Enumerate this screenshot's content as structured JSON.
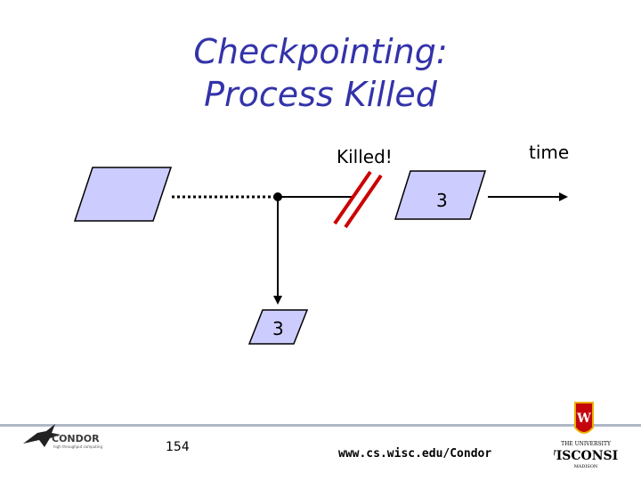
{
  "slide": {
    "title_line1": "Checkpointing:",
    "title_line2": "Process Killed",
    "time_label": "time",
    "killed_label": "Killed!",
    "checkpoint_label_top": "3",
    "checkpoint_label_bottom": "3",
    "slide_number": "154",
    "url": "www.cs.wisc.edu/Condor"
  },
  "logos": {
    "left_text": "CONDOR",
    "left_subtext": "high throughput computing",
    "right_line1": "THE UNIVERSITY",
    "right_line2": "WISCONSIN",
    "right_line3": "MADISON",
    "right_crest_letter": "W"
  },
  "colors": {
    "title": "#3333aa",
    "box_fill": "#ccccff",
    "kill_marks": "#cc0000",
    "footer_rule": "#b0b7c6"
  }
}
